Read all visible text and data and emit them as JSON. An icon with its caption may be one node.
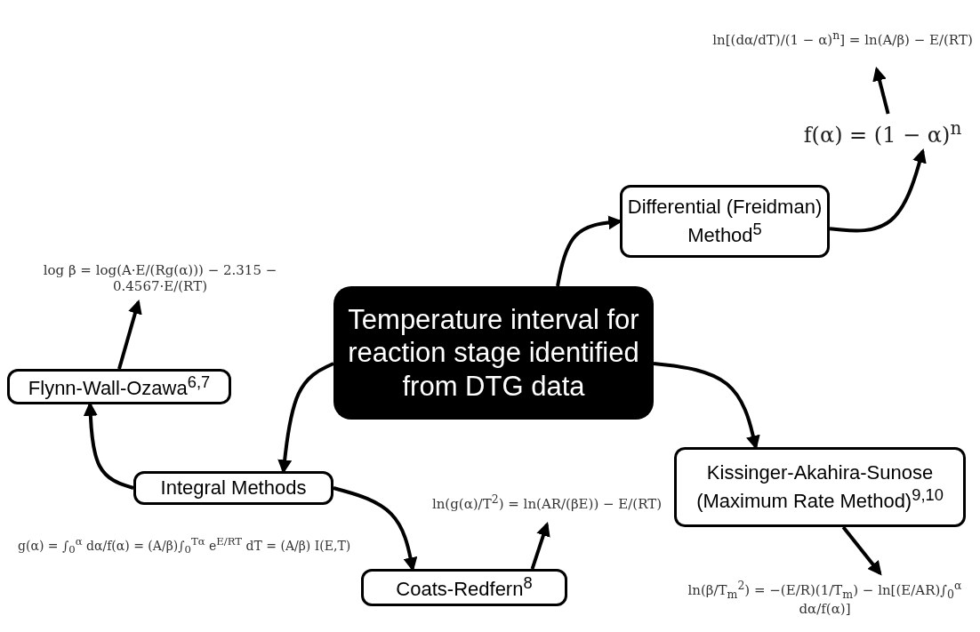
{
  "diagram": {
    "nodes": [
      {
        "text": [
          "Temperature interval for reaction stage identified from DTG data"
        ]
      },
      {
        "text": [
          "Differential (Freidman) Method$^{5}$"
        ]
      },
      {
        "text": [
          "f(α) = (1 − α)$^{n}$"
        ]
      },
      {
        "text": [
          "ln[(dα/dT)/(1 − α)$^{n}$] = ln(A/β) − E/(RT)"
        ]
      },
      {
        "text": [
          "Integral Methods"
        ]
      },
      {
        "text": [
          "Flynn-Wall-Ozawa$^{6,7}$"
        ]
      },
      {
        "text": [
          "log β = log(A·E/(Rg(α))) − 2.315 − 0.4567·E/(RT)"
        ]
      },
      {
        "text": [
          "Coats-Redfern$^{8}$"
        ]
      },
      {
        "text": [
          "ln(g(α)/T$^{2}$) = ln(AR/(βE)) − E/(RT)"
        ]
      },
      {
        "text": [
          "Kissinger-Akahira-Sunose (Maximum Rate Method)$^{9,10}$"
        ]
      },
      {
        "text": [
          "ln(β/T$_{m}$$^{2}$) = −(E/R)(1/T$_{m}$) − ln[(E/AR)∫$_{0}$$^{α}$ dα/f(α)]"
        ]
      }
    ],
    "edges": [
      {
        "from": 0,
        "to": 1,
        "arrow": "to"
      },
      {
        "from": 1,
        "to": 2,
        "arrow": "to"
      },
      {
        "from": 2,
        "to": 3,
        "arrow": "to"
      },
      {
        "from": 0,
        "to": 4,
        "arrow": "to"
      },
      {
        "from": 4,
        "to": 5,
        "arrow": "to"
      },
      {
        "from": 5,
        "to": 6,
        "arrow": "to"
      },
      {
        "from": 4,
        "to": 7,
        "arrow": "to"
      },
      {
        "from": 7,
        "to": 8,
        "arrow": "to"
      },
      {
        "from": 0,
        "to": 9,
        "arrow": "to"
      },
      {
        "from": 9,
        "to": 10,
        "arrow": "to"
      }
    ],
    "labels": [
      "g(α) = ∫$_{0}$$^{α}$ dα/f(α) = (A/β)∫$_{0}$$^{Tα}$ e$^{E/RT}$ dT = (A/β) I(E,T)"
    ]
  }
}
